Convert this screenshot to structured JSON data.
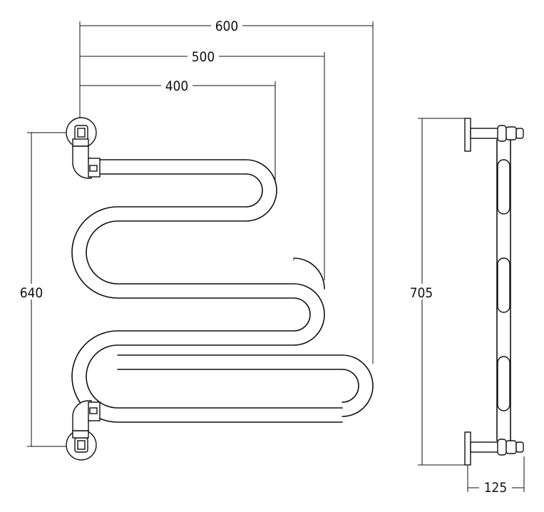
{
  "front_view": {
    "width_600": "600",
    "width_500": "500",
    "width_400": "400",
    "height_640": "640"
  },
  "side_view": {
    "height_705": "705",
    "depth_125": "125"
  }
}
